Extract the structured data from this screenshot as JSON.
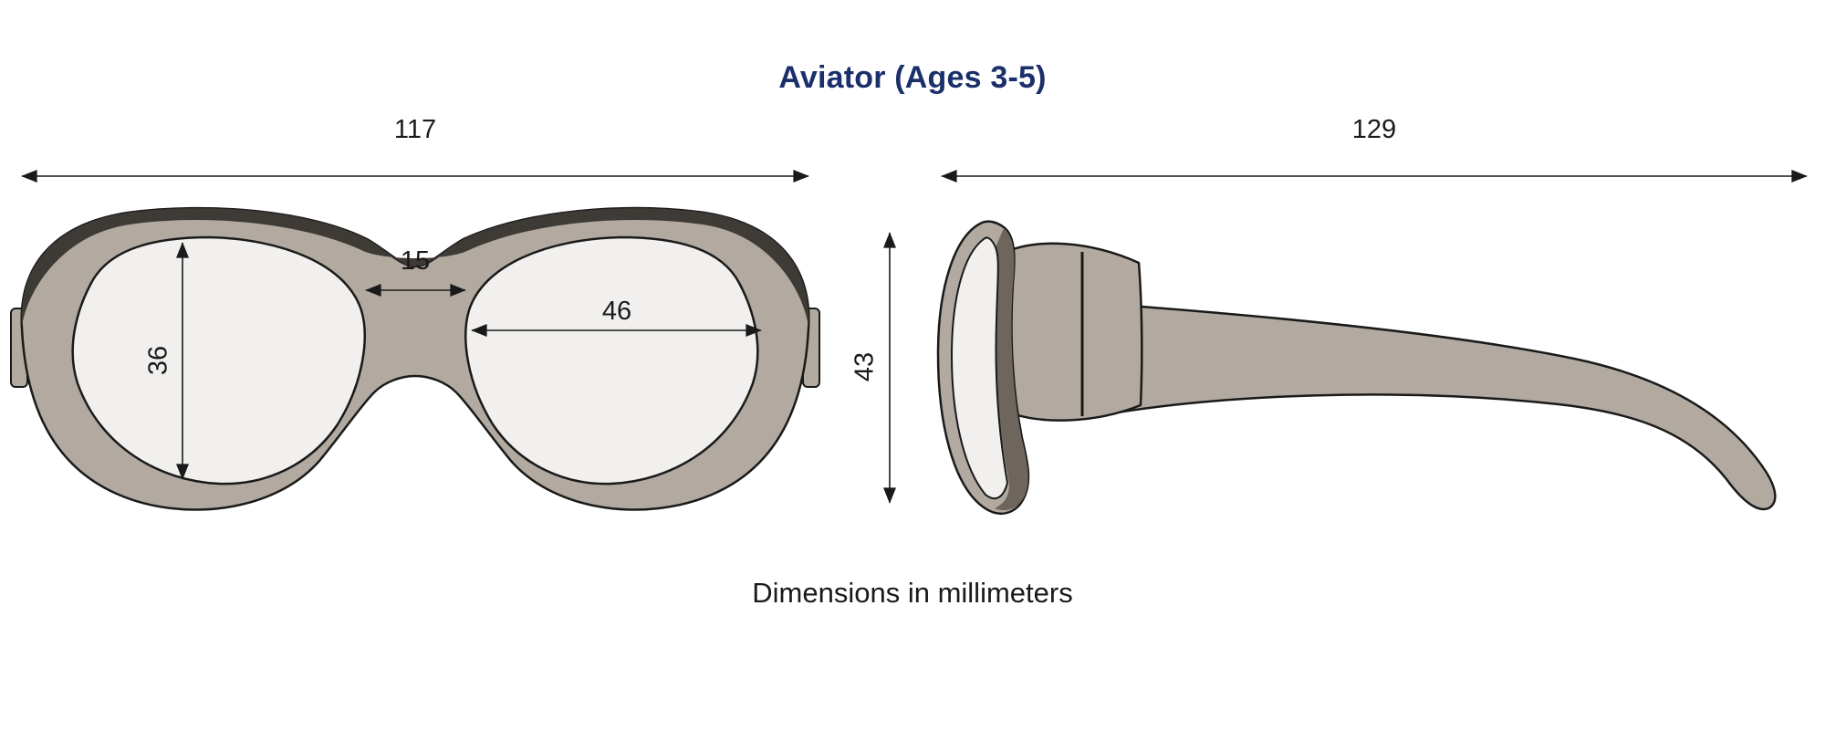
{
  "title": "Aviator (Ages 3-5)",
  "units_note": "Dimensions in millimeters",
  "measurements": {
    "front_total_width_mm": "117",
    "lens_height_mm": "36",
    "bridge_width_mm": "15",
    "lens_width_mm": "46",
    "side_total_length_mm": "129",
    "frame_height_mm": "43"
  },
  "colors": {
    "title": "#1b2f6b",
    "frame": "#b2aaa1",
    "frame_dark": "#3e3a35",
    "frame_shade": "#6e665d",
    "lens": "#f1f0ee",
    "outline": "#1a1a1a",
    "dimension": "#1a1a1a"
  }
}
